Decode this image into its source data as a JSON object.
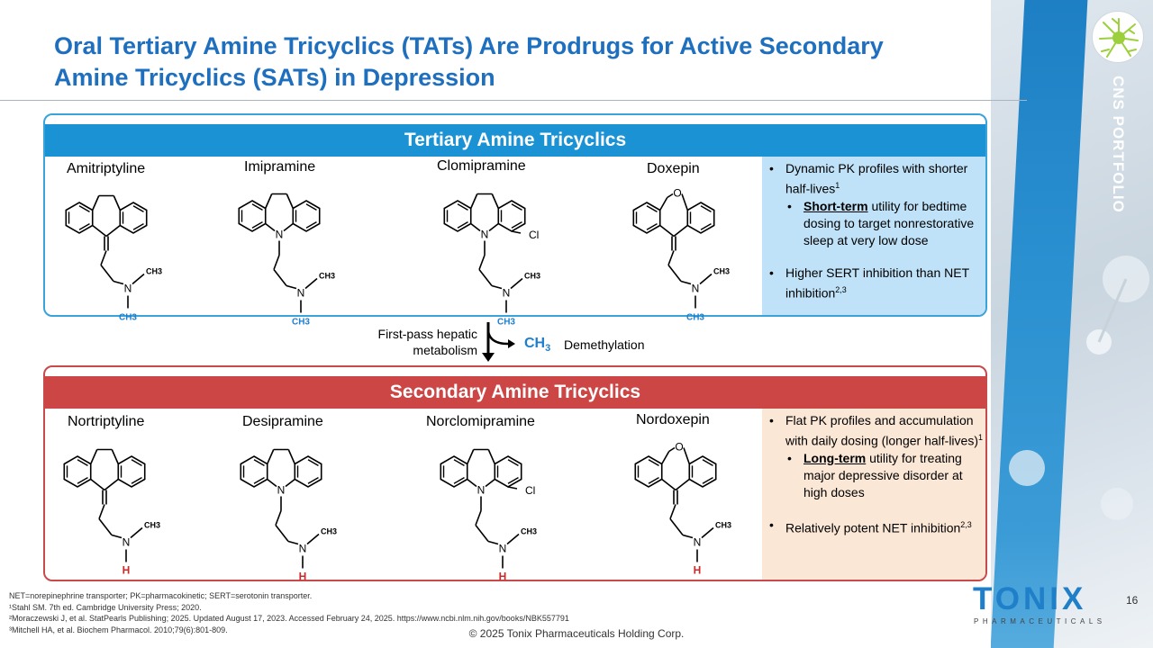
{
  "title": "Oral Tertiary Amine Tricyclics (TATs) Are Prodrugs for Active Secondary Amine Tricyclics (SATs) in Depression",
  "brand_vertical": "CNS PORTFOLIO",
  "tat": {
    "header": "Tertiary Amine Tricyclics",
    "drugs": [
      "Amitriptyline",
      "Imipramine",
      "Clomipramine",
      "Doxepin"
    ],
    "notes": {
      "n1": "Dynamic PK profiles with shorter half-lives",
      "n1_ref": "1",
      "n2_bold": "Short-term",
      "n2_rest": " utility for bedtime dosing to target nonrestorative sleep at very low dose",
      "n3": "Higher SERT inhibition than NET inhibition",
      "n3_ref": "2,3"
    }
  },
  "metabolism": {
    "line1": "First-pass hepatic",
    "line2": "metabolism",
    "group": "CH",
    "group_sub": "3",
    "process": "Demethylation"
  },
  "sat": {
    "header": "Secondary Amine Tricyclics",
    "drugs": [
      "Nortriptyline",
      "Desipramine",
      "Norclomipramine",
      "Nordoxepin"
    ],
    "notes": {
      "n1": "Flat PK profiles and accumulation with daily dosing (longer half-lives)",
      "n1_ref": "1",
      "n2_bold": "Long-term",
      "n2_rest": " utility for treating major depressive disorder at high doses",
      "n3": "Relatively potent NET inhibition",
      "n3_ref": "2,3"
    }
  },
  "molecule_labels": {
    "n": "N",
    "o": "O",
    "cl": "Cl",
    "ch3": "CH3",
    "h": "H"
  },
  "footnotes": [
    "NET=norepinephrine transporter; PK=pharmacokinetic; SERT=serotonin transporter.",
    "¹Stahl SM. 7th ed. Cambridge University Press; 2020.",
    "²Moraczewski J, et al. StatPearls Publishing; 2025. Updated August 17, 2023. Accessed February 24, 2025. https://www.ncbi.nlm.nih.gov/books/NBK557791",
    "³Mitchell HA, et al. Biochem Pharmacol. 2010;79(6):801-809."
  ],
  "copyright": "© 2025 Tonix Pharmaceuticals Holding Corp.",
  "page_number": "16",
  "company": {
    "name": "TONIX",
    "sub": "PHARMACEUTICALS"
  },
  "colors": {
    "title": "#1f6fbf",
    "tat": "#1b92d4",
    "sat": "#cc4646",
    "ch3": "#1f7fcf"
  }
}
